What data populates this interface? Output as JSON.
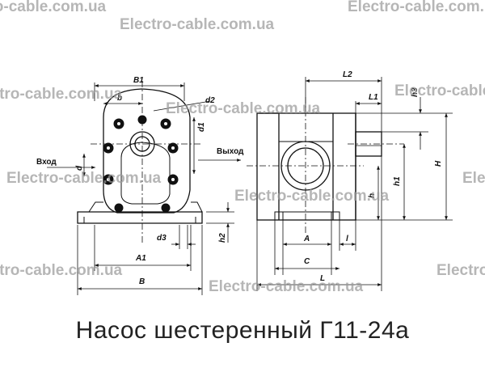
{
  "caption": "Насос шестеренный Г11-24а",
  "watermark": "Electro-cable.com.ua",
  "flow": {
    "inlet": "Вход",
    "outlet": "Выход"
  },
  "dims": {
    "B1": "B1",
    "b": "b",
    "d2": "d2",
    "d1": "d1",
    "d": "d",
    "d3": "d3",
    "A1": "A1",
    "B": "B",
    "h2": "h2",
    "L2": "L2",
    "L1": "L1",
    "h3": "h3",
    "H": "H",
    "h1": "h1",
    "h": "h",
    "A": "A",
    "l": "l",
    "C": "C",
    "L": "L"
  },
  "colors": {
    "line": "#111111",
    "watermark": "#9a9a9a",
    "background": "#ffffff"
  }
}
